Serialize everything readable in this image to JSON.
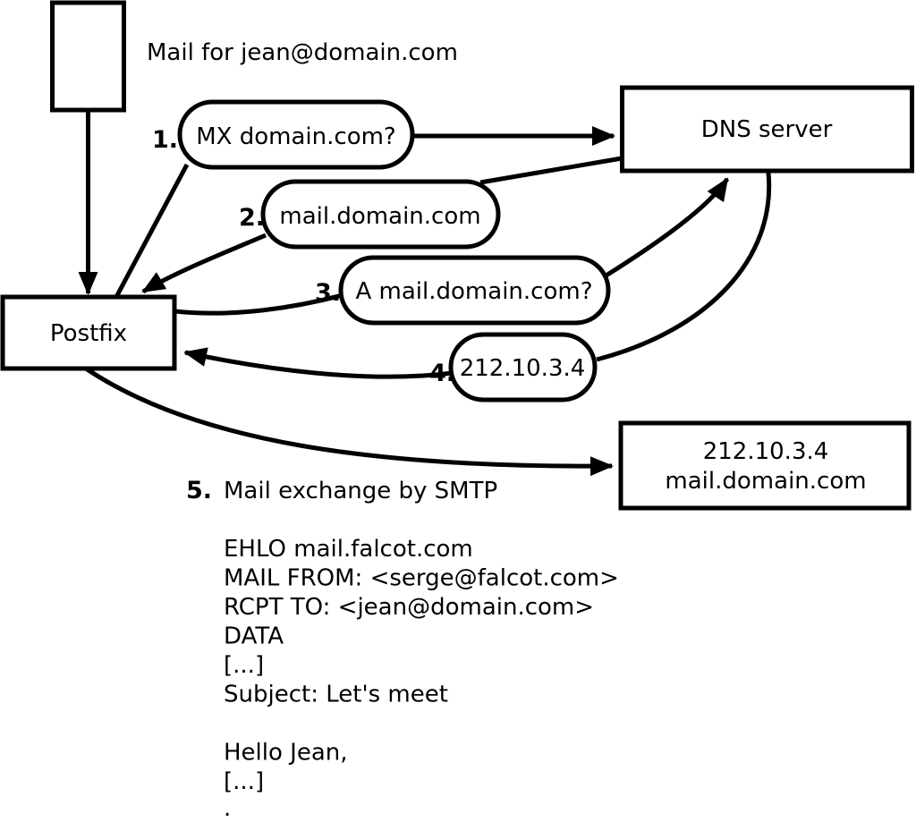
{
  "colors": {
    "background": "#ffffff",
    "ink": "#000000"
  },
  "labels": {
    "mail_for": "Mail for jean@domain.com"
  },
  "nodes": {
    "message": "mail-message",
    "postfix": "Postfix",
    "dns": "DNS server",
    "result_line1": "212.10.3.4",
    "result_line2": "mail.domain.com"
  },
  "steps": [
    {
      "num": "1.",
      "label": "MX domain.com?"
    },
    {
      "num": "2.",
      "label": "mail.domain.com"
    },
    {
      "num": "3.",
      "label": "A mail.domain.com?"
    },
    {
      "num": "4.",
      "label": "212.10.3.4"
    },
    {
      "num": "5.",
      "label": "Mail exchange by SMTP"
    }
  ],
  "smtp": {
    "lines": [
      "EHLO mail.falcot.com",
      "MAIL FROM: <serge@falcot.com>",
      "RCPT TO: <jean@domain.com>",
      "DATA",
      "[...]",
      "Subject: Let's meet",
      "",
      "Hello Jean,",
      "[...]",
      "."
    ]
  }
}
